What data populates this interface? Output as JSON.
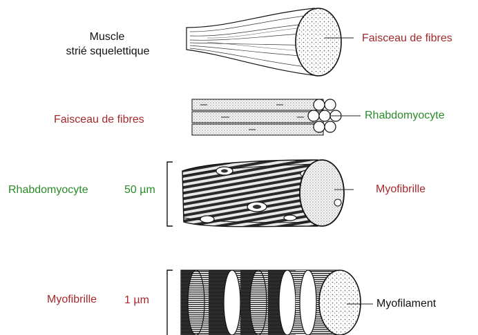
{
  "labels": {
    "muscle_line1": "Muscle",
    "muscle_line2": "strié squelettique",
    "faisceau_right": "Faisceau de fibres",
    "faisceau_left": "Faisceau de fibres",
    "rhabdo_right": "Rhabdomyocyte",
    "rhabdo_left": "Rhabdomyocyte",
    "scale_50": "50 µm",
    "myofibrille_right": "Myofibrille",
    "myofibrille_left": "Myofibrille",
    "scale_1": "1 µm",
    "myofilament": "Myofilament"
  },
  "colors": {
    "red": "#a4282b",
    "green": "#2a8a2a",
    "ink": "#111111"
  }
}
